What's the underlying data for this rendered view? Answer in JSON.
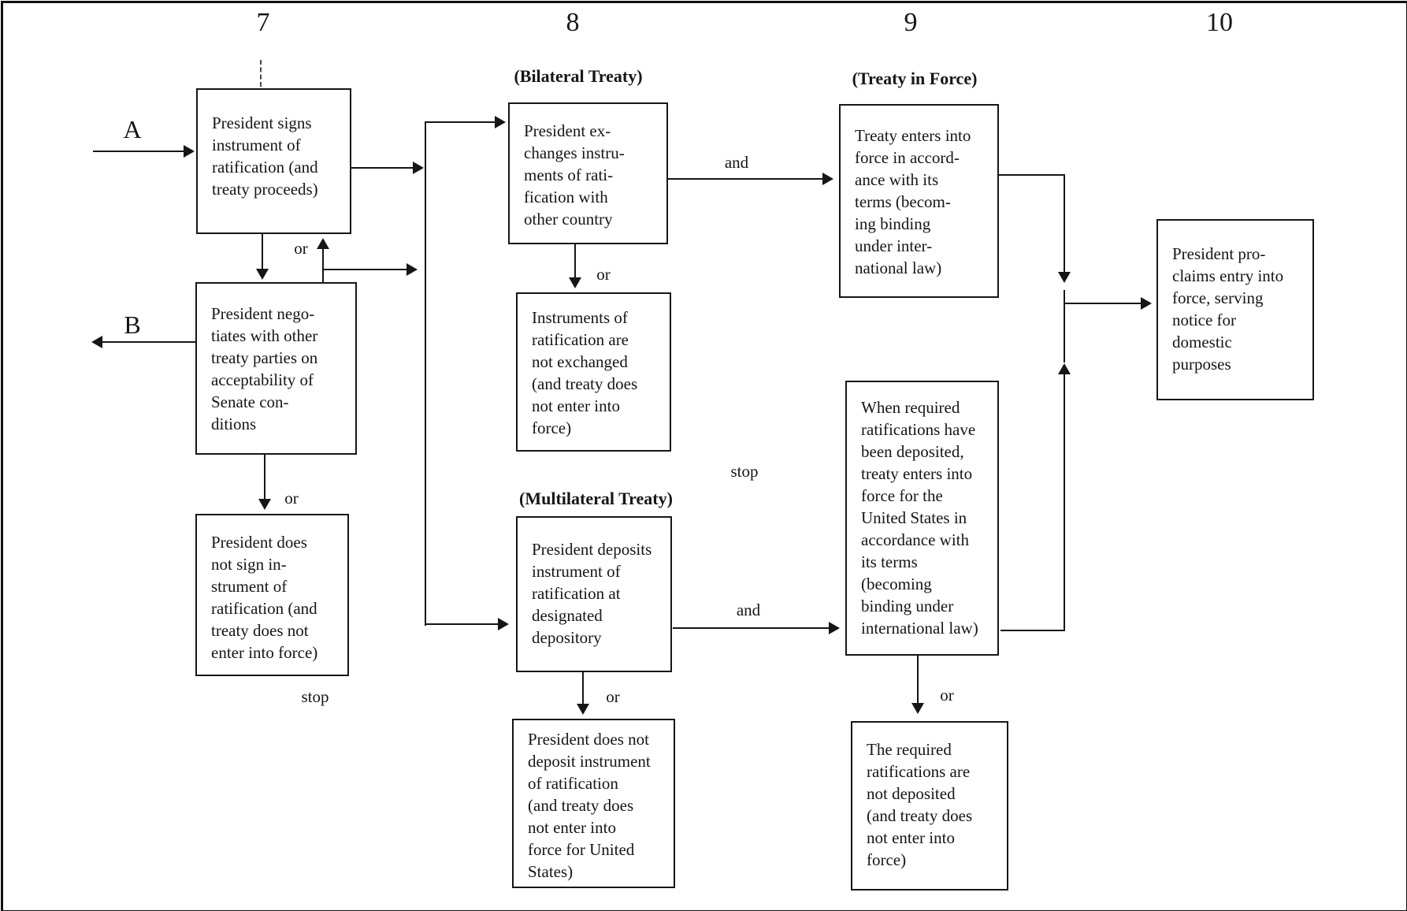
{
  "figure": {
    "column_headers": [
      "7",
      "8",
      "9",
      "10"
    ],
    "section_labels": {
      "bilateral": "(Bilateral Treaty)",
      "treaty_in_force": "(Treaty in Force)",
      "multilateral": "(Multilateral Treaty)"
    },
    "entry_points": {
      "a": "A",
      "b": "B"
    },
    "boxes": {
      "signs": "President signs\ninstrument of\nratification (and\ntreaty proceeds)",
      "negotiates": "President nego-\ntiates with other\ntreaty parties on\nacceptability of\nSenate con-\nditions",
      "not_sign": "President does\nnot sign in-\nstrument of\nratification (and\ntreaty does not\nenter into force)",
      "exchanges": "President ex-\nchanges instru-\nments of rati-\nfication with\nother country",
      "not_exchanged": "Instruments of\nratification are\nnot exchanged\n(and treaty does\nnot enter into\nforce)",
      "deposits": "President deposits\ninstrument of\nratification at\ndesignated\ndepository",
      "not_deposit": "President does not\ndeposit instrument\nof ratification\n(and treaty does\nnot enter into\nforce for United\nStates)",
      "in_force": "Treaty enters into\nforce in accord-\nance with its\nterms (becom-\ning binding\nunder inter-\nnational law)",
      "when_required": "When required\nratifications have\nbeen deposited,\ntreaty enters into\nforce for the\nUnited States in\naccordance with\nits terms\n(becoming\nbinding under\ninternational law)",
      "not_deposited": "The required\nratifications are\nnot deposited\n(and treaty does\nnot enter into\nforce)",
      "proclaims": "President pro-\nclaims entry into\nforce, serving\nnotice for\ndomestic\npurposes"
    },
    "edge_labels": {
      "or_after_signs": "or",
      "or_after_negotiates": "or",
      "or_after_exchanges": "or",
      "or_after_deposits": "or",
      "or_after_when_required": "or",
      "and_bilateral": "and",
      "and_multilateral": "and",
      "stop_not_sign": "stop",
      "stop_not_exchanged": "stop"
    }
  }
}
